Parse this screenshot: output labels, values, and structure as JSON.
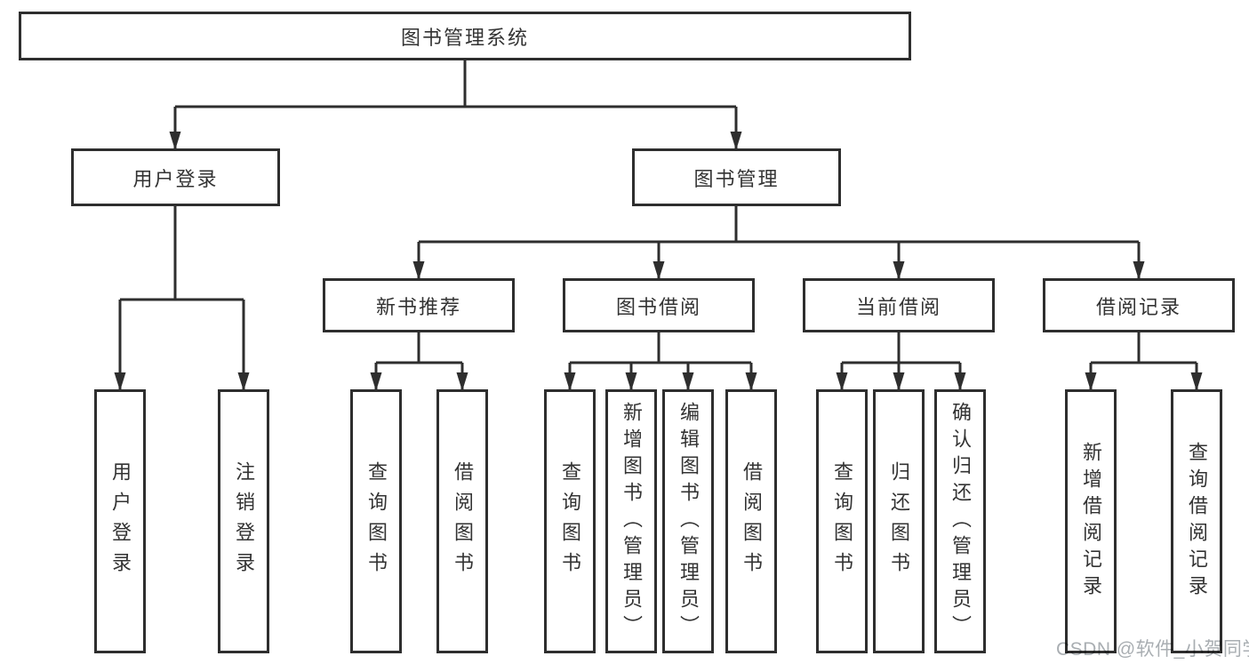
{
  "diagram": {
    "root": {
      "label": "图书管理系统"
    },
    "branches": [
      {
        "label": "用户登录",
        "children": [
          {
            "label": "用户登录"
          },
          {
            "label": "注销登录"
          }
        ]
      },
      {
        "label": "图书管理",
        "children": [
          {
            "label": "新书推荐",
            "children": [
              {
                "label": "查询图书"
              },
              {
                "label": "借阅图书"
              }
            ]
          },
          {
            "label": "图书借阅",
            "children": [
              {
                "label": "查询图书"
              },
              {
                "label": "新增图书（管理员）"
              },
              {
                "label": "编辑图书（管理员）"
              },
              {
                "label": "借阅图书"
              }
            ]
          },
          {
            "label": "当前借阅",
            "children": [
              {
                "label": "查询图书"
              },
              {
                "label": "归还图书"
              },
              {
                "label": "确认归还（管理员）"
              }
            ]
          },
          {
            "label": "借阅记录",
            "children": [
              {
                "label": "新增借阅记录"
              },
              {
                "label": "查询借阅记录"
              }
            ]
          }
        ]
      }
    ]
  },
  "watermark": {
    "text": "CSDN @软件_小贺同学"
  },
  "colors": {
    "line": "#2e2e2e",
    "text": "#333333",
    "watermark": "#a9aeb2",
    "background": "#ffffff"
  }
}
